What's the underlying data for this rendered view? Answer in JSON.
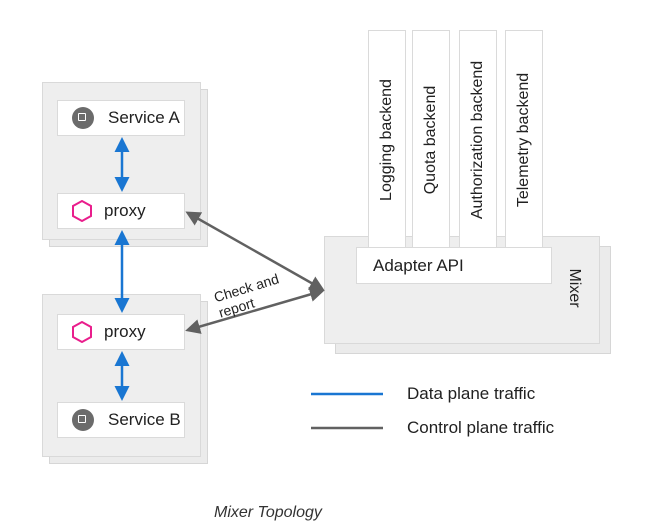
{
  "pod_a": {
    "service_label": "Service A",
    "proxy_label": "proxy"
  },
  "pod_b": {
    "service_label": "Service B",
    "proxy_label": "proxy"
  },
  "mixer": {
    "title": "Mixer",
    "adapter_api_label": "Adapter API",
    "backends": [
      "Logging backend",
      "Quota backend",
      "Authorization backend",
      "Telemetry backend"
    ]
  },
  "edge_label": {
    "line1": "Check and",
    "line2": "report"
  },
  "legend": {
    "data_plane": {
      "label": "Data plane traffic",
      "color": "#1976d2"
    },
    "control_plane": {
      "label": "Control plane traffic",
      "color": "#616161"
    }
  },
  "caption": "Mixer Topology",
  "colors": {
    "proxy_hex": "#e91e8c",
    "chip": "#6b6b6b"
  }
}
